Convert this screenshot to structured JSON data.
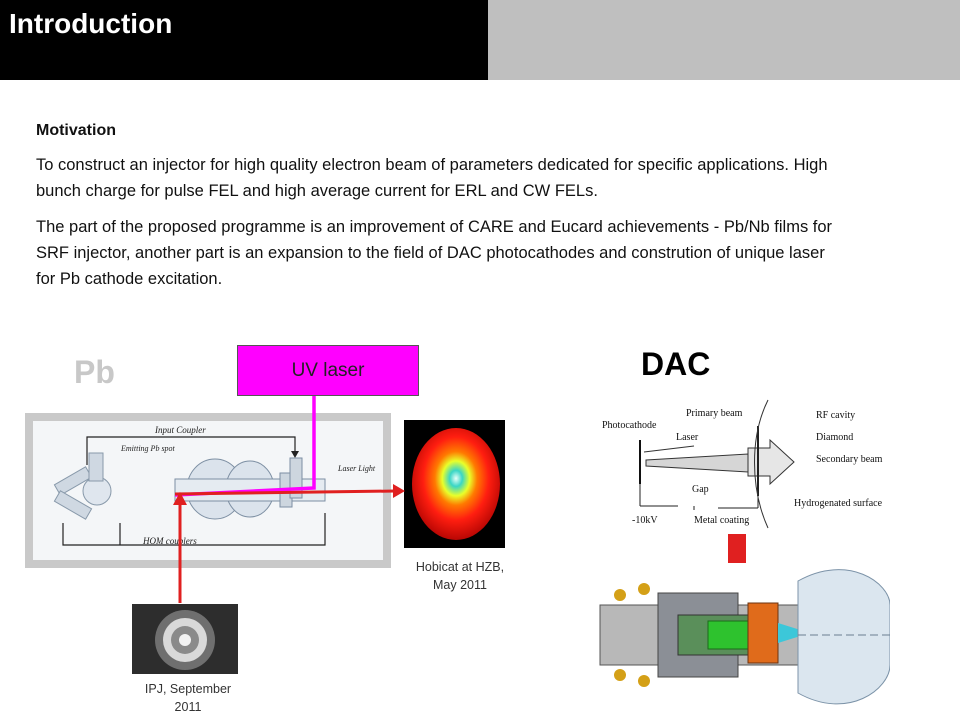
{
  "header": {
    "title": "Introduction"
  },
  "motivation": {
    "heading": "Motivation",
    "paragraph1": "To construct an injector for high quality electron beam of parameters dedicated for specific applications. High bunch charge for pulse FEL and high average current for ERL and CW FELs.",
    "paragraph2": "The part of the proposed programme is an improvement of CARE and Eucard achievements - Pb/Nb films for SRF injector, another part is an expansion to the field of DAC photocathodes and constrution of unique laser for Pb cathode excitation."
  },
  "pb_section": {
    "label": "Pb",
    "uv_laser": "UV laser",
    "diagram": {
      "input_coupler": "Input Coupler",
      "emitting_pb_spot": "Emitting Pb spot",
      "laser_light": "Laser Light",
      "hom_couplers": "HOM couplers"
    },
    "caption_hobicat": "Hobicat at HZB, May 2011",
    "caption_ipj": "IPJ, September 2011"
  },
  "dac_section": {
    "label": "DAC",
    "diagram": {
      "photocathode": "Photocathode",
      "primary_beam": "Primary beam",
      "rf_cavity": "RF cavity",
      "laser": "Laser",
      "diamond": "Diamond",
      "secondary_beam": "Secondary beam",
      "gap": "Gap",
      "hydrogenated_surface": "Hydrogenated surface",
      "voltage": "-10kV",
      "metal_coating": "Metal coating"
    }
  },
  "colors": {
    "uv_box": "#ff00ff",
    "arrow_red": "#e02020",
    "header": "#000000",
    "header_gray": "#bfbfbf"
  }
}
